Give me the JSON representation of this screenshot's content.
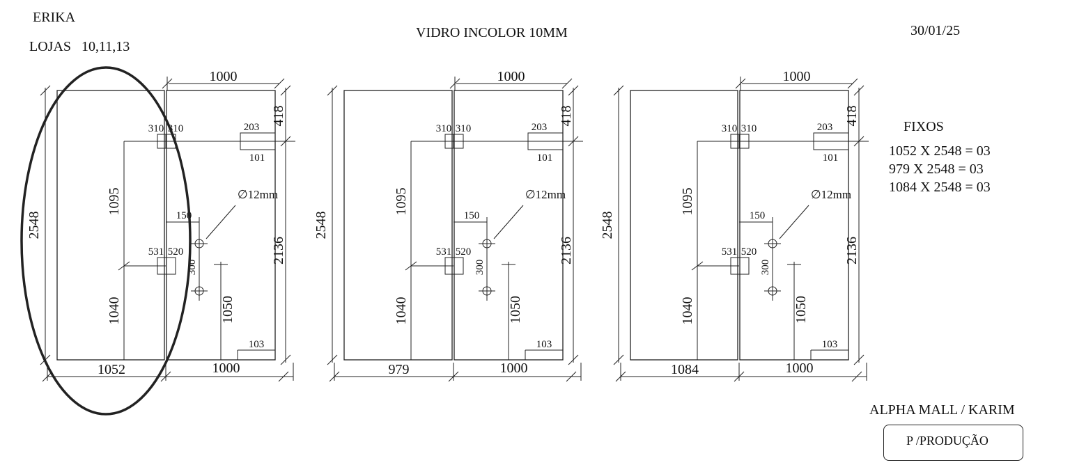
{
  "header": {
    "client": "ERIKA",
    "stores": "LOJAS   10,11,13",
    "title": "VIDRO INCOLOR 10MM",
    "date": "30/01/25"
  },
  "fixed_panels": {
    "title": "FIXOS",
    "lines": [
      "1052 X 2548 = 03",
      "979 X 2548 = 03",
      "1084 X 2548 = 03"
    ]
  },
  "footer": {
    "project": "ALPHA MALL / KARIM",
    "stamp": "P /PRODUÇÃO"
  },
  "drawings": [
    {
      "fixed_width": "1052",
      "door_width": "1000",
      "door_width_top": "1000",
      "total_height": "2548",
      "door_height": "2136",
      "top_transom": "418",
      "upper_hinge_a": "310",
      "upper_hinge_b": "310",
      "upper_fitting_w": "203",
      "upper_fitting_h": "101",
      "upper_hinge_height": "1095",
      "lower_hinge_a": "531",
      "lower_hinge_b": "520",
      "lower_hinge_height": "1040",
      "handle_offset": "150",
      "hole_diameter": "∅12mm",
      "handle_spacing": "300",
      "handle_height": "1050",
      "bottom_fitting": "103",
      "highlighted": true
    },
    {
      "fixed_width": "979",
      "door_width": "1000",
      "door_width_top": "1000",
      "total_height": "2548",
      "door_height": "2136",
      "top_transom": "418",
      "upper_hinge_a": "310",
      "upper_hinge_b": "310",
      "upper_fitting_w": "203",
      "upper_fitting_h": "101",
      "upper_hinge_height": "1095",
      "lower_hinge_a": "531",
      "lower_hinge_b": "520",
      "lower_hinge_height": "1040",
      "handle_offset": "150",
      "hole_diameter": "∅12mm",
      "handle_spacing": "300",
      "handle_height": "1050",
      "bottom_fitting": "103",
      "highlighted": false
    },
    {
      "fixed_width": "1084",
      "door_width": "1000",
      "door_width_top": "1000",
      "total_height": "2548",
      "door_height": "2136",
      "top_transom": "418",
      "upper_hinge_a": "310",
      "upper_hinge_b": "310",
      "upper_fitting_w": "203",
      "upper_fitting_h": "101",
      "upper_hinge_height": "1095",
      "lower_hinge_a": "531",
      "lower_hinge_b": "520",
      "lower_hinge_height": "1040",
      "handle_offset": "150",
      "hole_diameter": "∅12mm",
      "handle_spacing": "300",
      "handle_height": "1050",
      "bottom_fitting": "103",
      "highlighted": false
    }
  ]
}
